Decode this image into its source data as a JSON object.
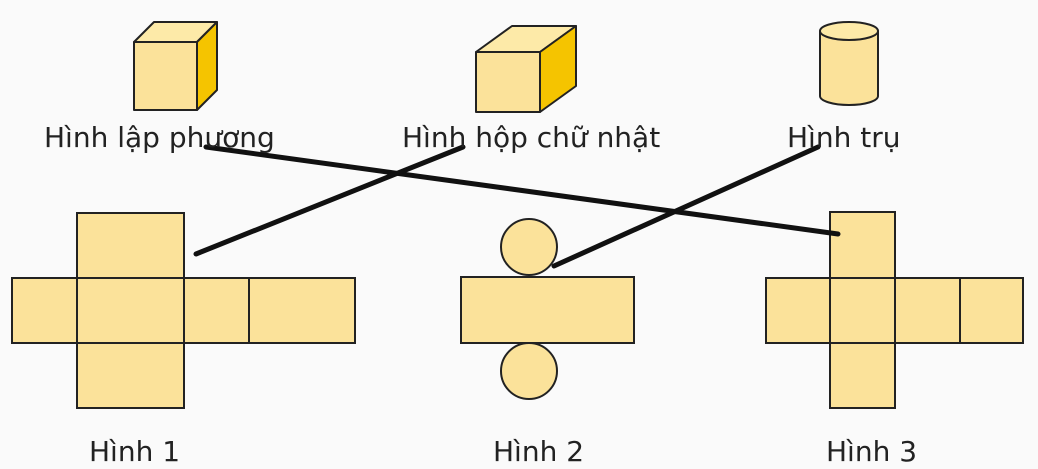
{
  "solids": [
    {
      "id": "cube",
      "label": "Hình lập phương"
    },
    {
      "id": "box",
      "label": "Hình hộp chữ nhật"
    },
    {
      "id": "cylinder",
      "label": "Hình trụ"
    }
  ],
  "nets": [
    {
      "id": "net-1",
      "label": "Hình 1"
    },
    {
      "id": "net-2",
      "label": "Hình 2"
    },
    {
      "id": "net-3",
      "label": "Hình 3"
    }
  ],
  "matches": [
    {
      "from": "Hình lập phương",
      "to": "Hình 3"
    },
    {
      "from": "Hình hộp chữ nhật",
      "to": "Hình 1"
    },
    {
      "from": "Hình trụ",
      "to": "Hình 2"
    }
  ],
  "colors": {
    "fill": "#fbe29a",
    "side": "#f5c400",
    "top": "#fdeaa8",
    "stroke": "#222222",
    "line": "#111111"
  }
}
